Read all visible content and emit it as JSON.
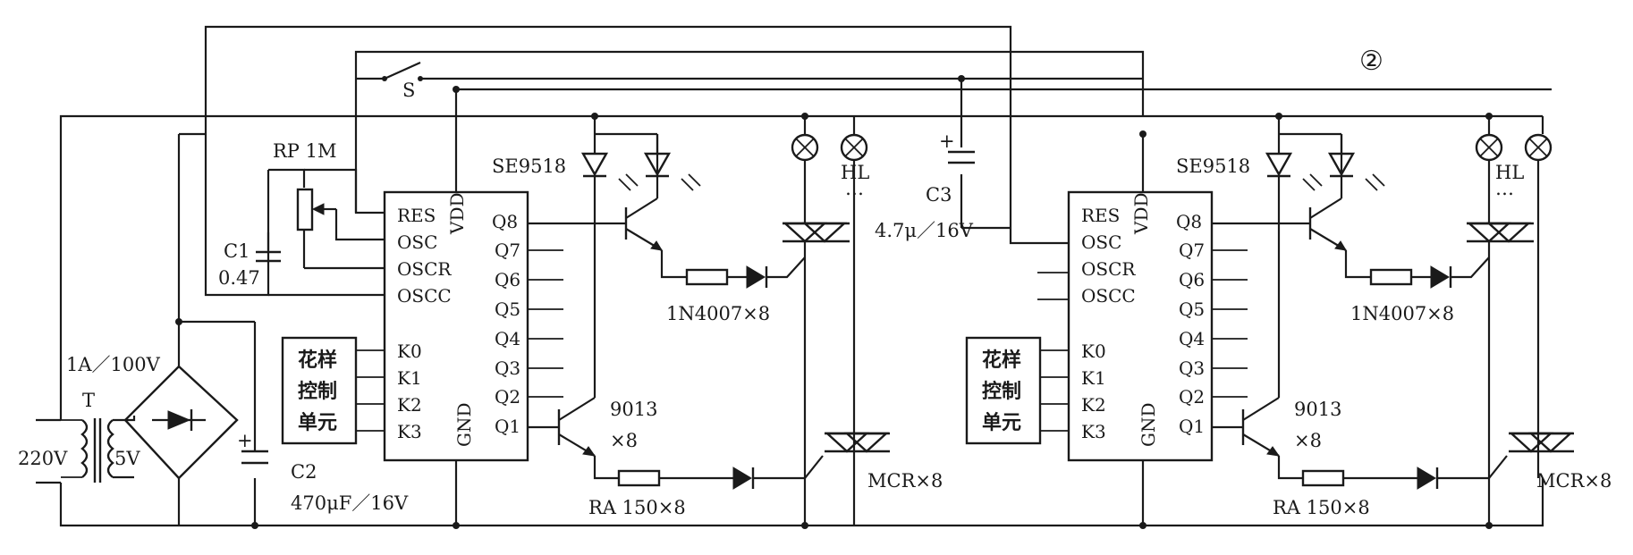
{
  "figure": {
    "number": "②"
  },
  "power": {
    "fuse": "1A／100V",
    "transformer": "T",
    "mains": "220V",
    "secondary": "5V",
    "cap_name": "C2",
    "cap_value": "470μF／16V"
  },
  "oscillator": {
    "pot": "RP 1M",
    "cap_name": "C1",
    "cap_value": "0.47",
    "switch": "S"
  },
  "timing": {
    "cap_name": "C3",
    "cap_value": "4.7μ／16V"
  },
  "ic": {
    "pins_left": [
      "RES",
      "OSC",
      "OSCR",
      "OSCC",
      "K0",
      "K1",
      "K2",
      "K3"
    ],
    "pins_right": [
      "Q8",
      "Q7",
      "Q6",
      "Q5",
      "Q4",
      "Q3",
      "Q2",
      "Q1"
    ],
    "vdd": "VDD",
    "gnd": "GND"
  },
  "pattern_unit": {
    "line1": "花样",
    "line2": "控制",
    "line3": "单元"
  },
  "drivers": {
    "led": "SE9518",
    "lamp": "HL",
    "lamp_more": "…",
    "diode": "1N4007×8",
    "transistor": "9013",
    "transistor_count": "×8",
    "resistor": "RA  150×8",
    "scr": "MCR×8"
  }
}
